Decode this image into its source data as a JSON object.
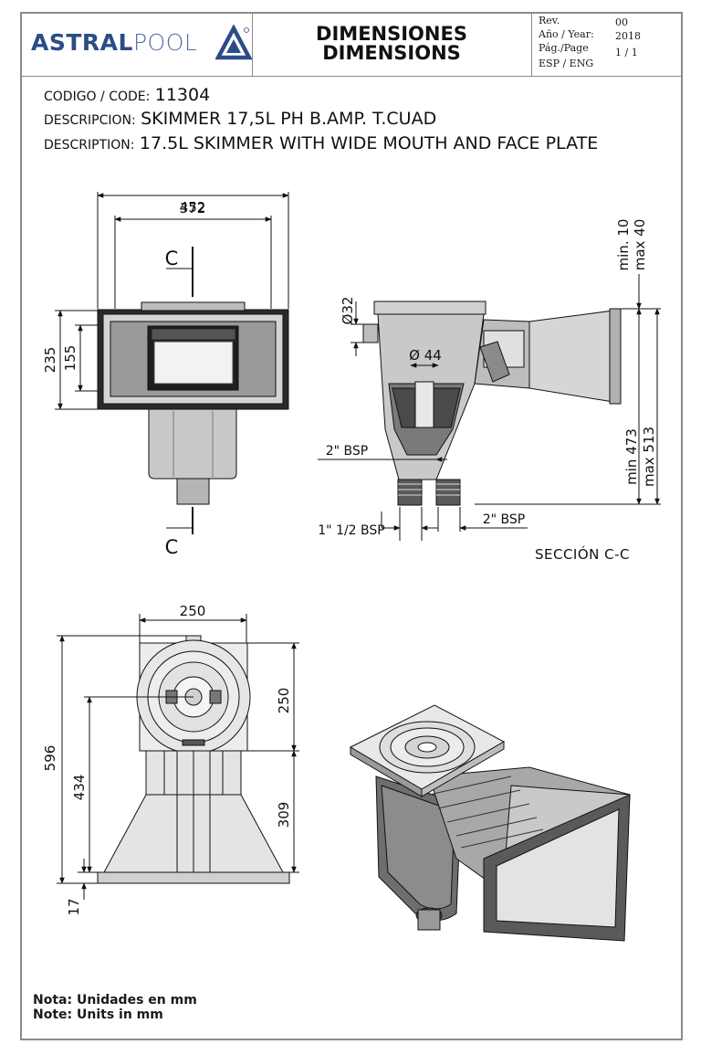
{
  "header": {
    "brand_bold": "ASTRAL",
    "brand_light": "POOL",
    "title_es": "DIMENSIONES",
    "title_en": "DIMENSIONS",
    "meta": [
      {
        "label": "Rev.",
        "value": "00"
      },
      {
        "label": "Año / Year:",
        "value": "2018"
      },
      {
        "label": "Pág./Page",
        "value": "1 / 1"
      },
      {
        "label": "ESP / ENG",
        "value": ""
      }
    ]
  },
  "product": {
    "code_label": "CODIGO / CODE:",
    "code_value": "11304",
    "desc_es_label": "DESCRIPCION:",
    "desc_es_value": "SKIMMER 17,5L PH B.AMP. T.CUAD",
    "desc_en_label": "DESCRIPTION:",
    "desc_en_value": "17.5L SKIMMER WITH WIDE MOUTH AND FACE PLATE"
  },
  "front_view": {
    "dim_width_outer": "452",
    "dim_width_inner": "372",
    "dim_height_outer": "235",
    "dim_height_inner": "155",
    "section_mark_top": "C",
    "section_mark_bottom": "C"
  },
  "section_view": {
    "dim_inlet_dia": "Ø32",
    "dim_center_dia": "Ø 44",
    "thread_main": "2\" BSP",
    "thread_left": "1\" 1/2 BSP",
    "thread_right": "2\" BSP",
    "min_max_top_a": "min. 10",
    "min_max_top_b": "max 40",
    "min_side": "min 473",
    "max_side": "max 513",
    "caption": "SECCIÓN C-C"
  },
  "top_view": {
    "dim_width": "250",
    "dim_total_height": "596",
    "dim_mid_height": "434",
    "dim_lid": "250",
    "dim_body": "309",
    "dim_flange": "17"
  },
  "footer": {
    "note_es": "Nota: Unidades en mm",
    "note_en": "Note: Units in mm"
  },
  "colors": {
    "brand_blue": "#2b4d86",
    "border_gray": "#8a8a8a",
    "part_fill": "#e6e6e6"
  }
}
